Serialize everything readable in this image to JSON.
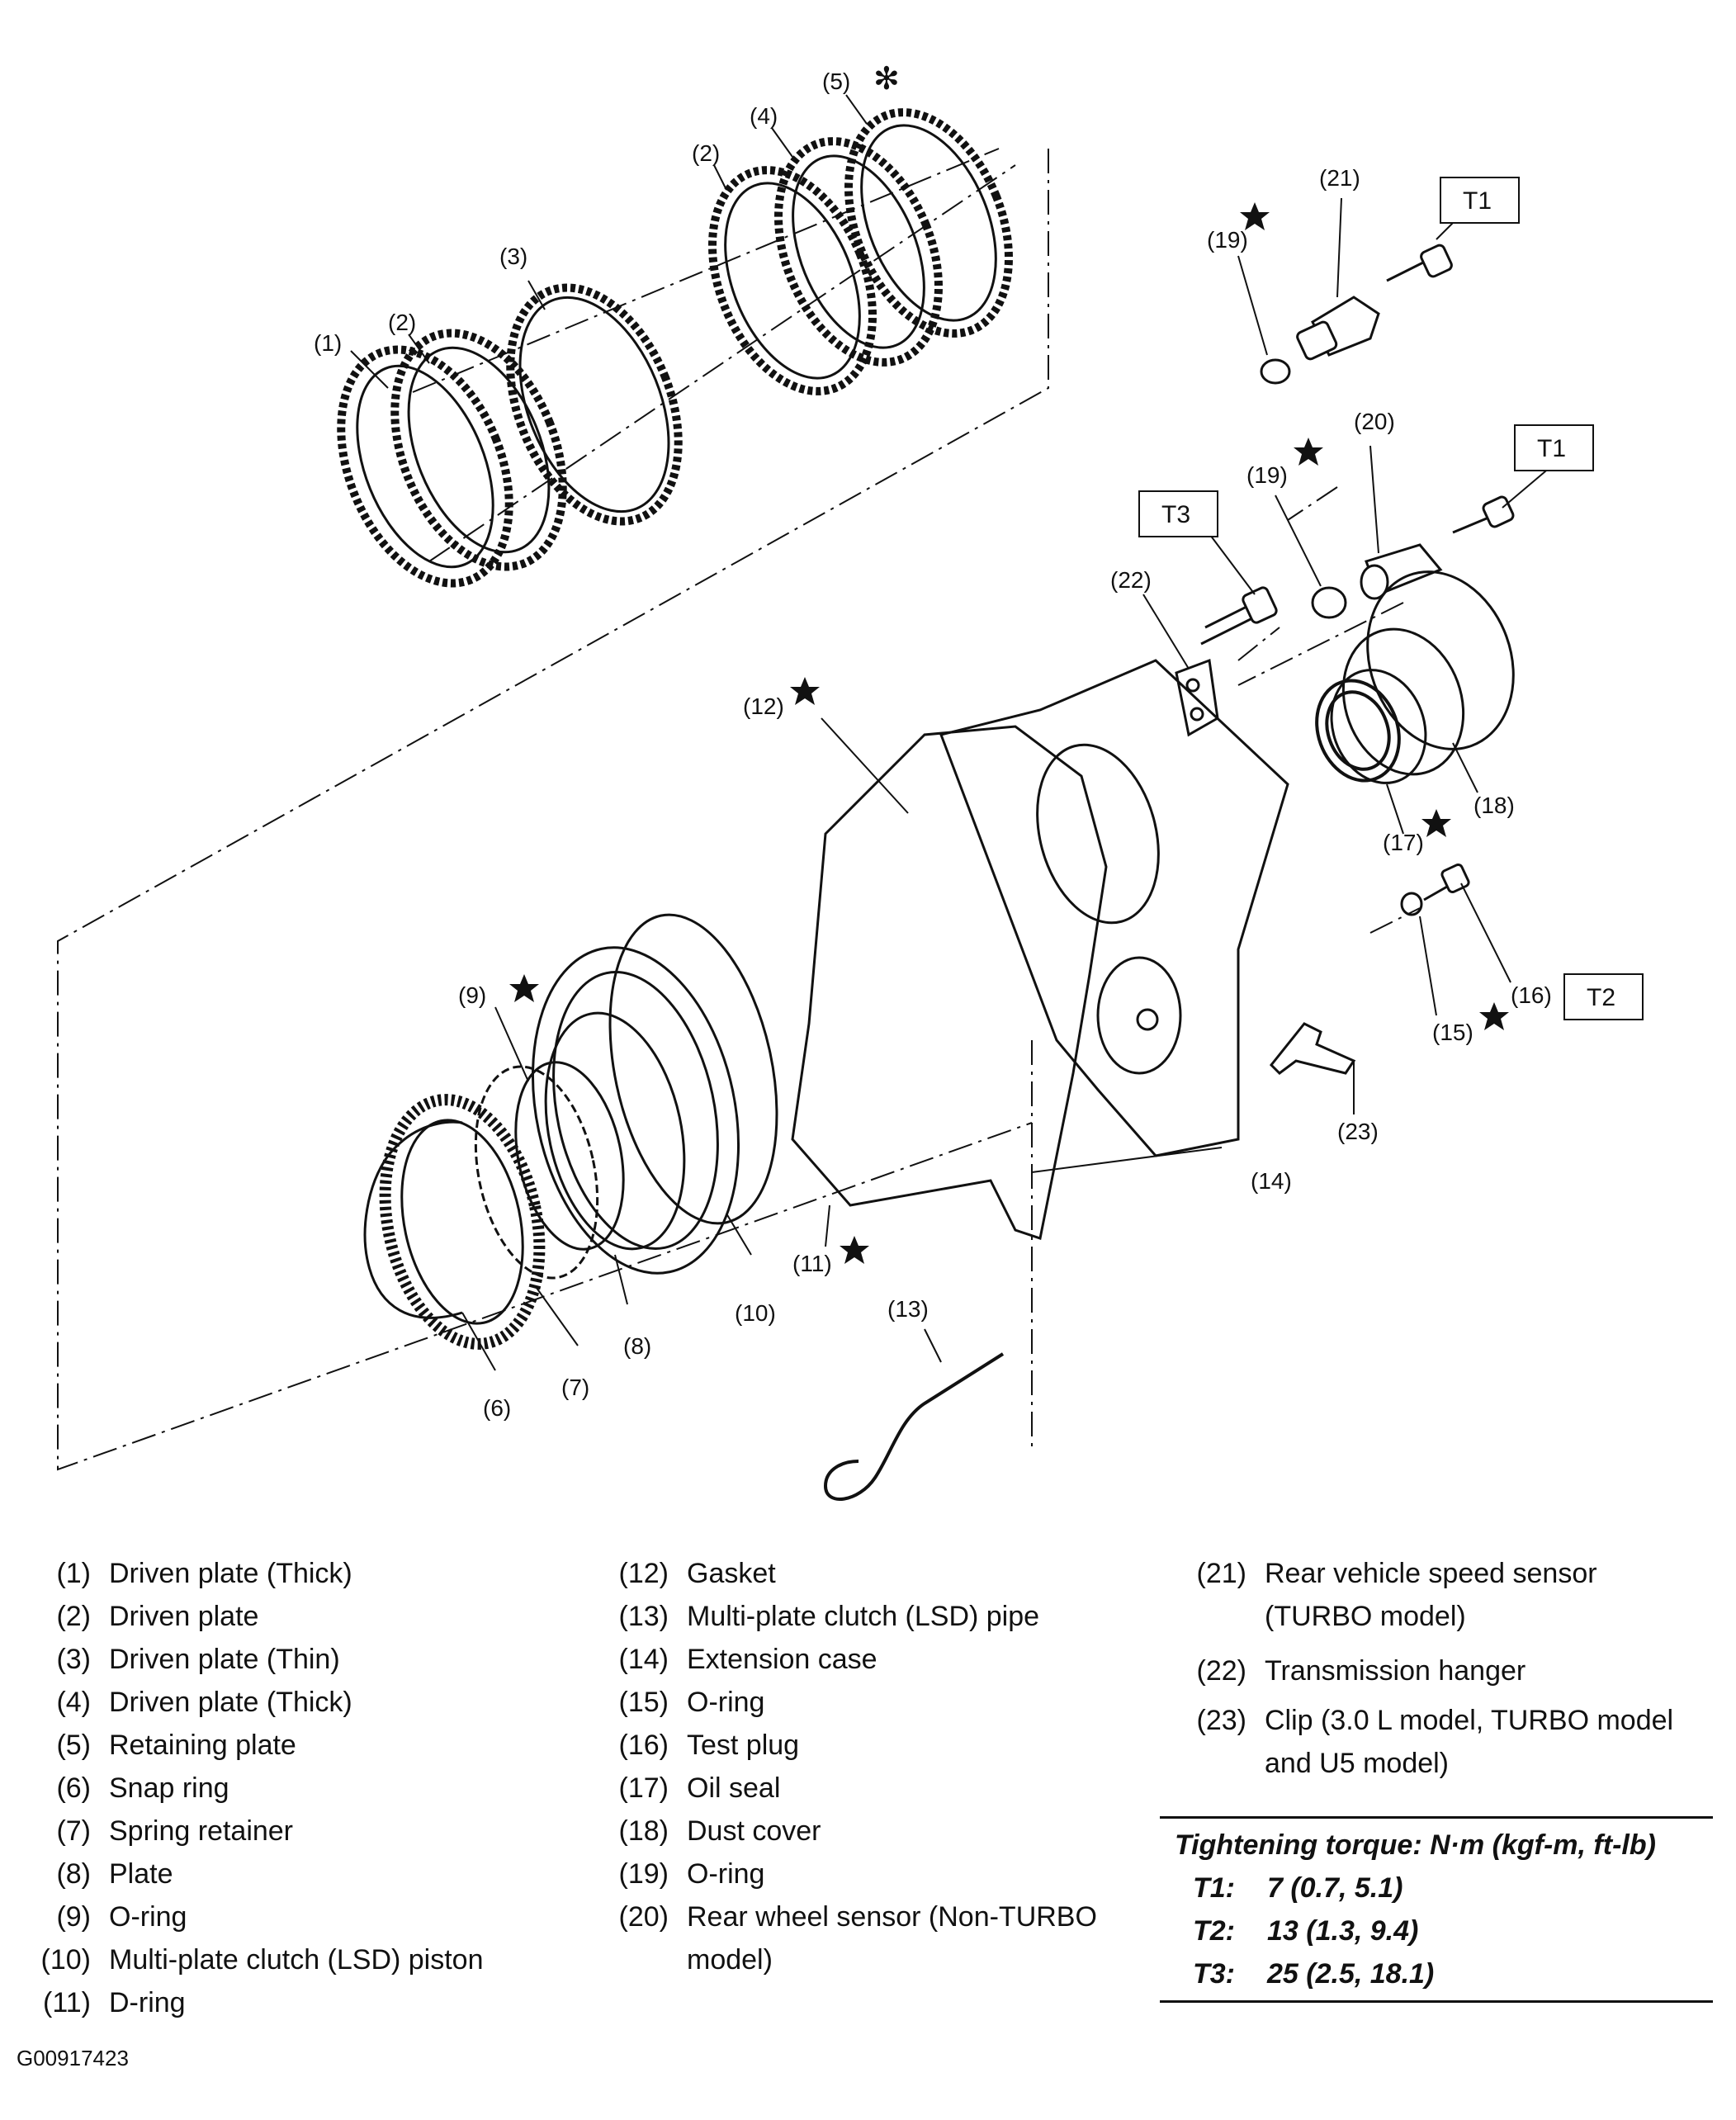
{
  "callouts": {
    "c1": "(1)",
    "c2a": "(2)",
    "c2b": "(2)",
    "c3": "(3)",
    "c4": "(4)",
    "c5": "(5)",
    "c6": "(6)",
    "c7": "(7)",
    "c8": "(8)",
    "c9": "(9)",
    "c10": "(10)",
    "c11": "(11)",
    "c12": "(12)",
    "c13": "(13)",
    "c14": "(14)",
    "c15": "(15)",
    "c16": "(16)",
    "c17": "(17)",
    "c18": "(18)",
    "c19a": "(19)",
    "c19b": "(19)",
    "c20": "(20)",
    "c21": "(21)",
    "c22": "(22)",
    "c23": "(23)"
  },
  "torque_boxes": {
    "t1a": "T1",
    "t1b": "T1",
    "t2": "T2",
    "t3": "T3"
  },
  "legend": [
    {
      "num": "(1)",
      "desc": "Driven plate (Thick)"
    },
    {
      "num": "(2)",
      "desc": "Driven plate"
    },
    {
      "num": "(3)",
      "desc": "Driven plate (Thin)"
    },
    {
      "num": "(4)",
      "desc": "Driven plate (Thick)"
    },
    {
      "num": "(5)",
      "desc": "Retaining plate"
    },
    {
      "num": "(6)",
      "desc": "Snap ring"
    },
    {
      "num": "(7)",
      "desc": "Spring retainer"
    },
    {
      "num": "(8)",
      "desc": "Plate"
    },
    {
      "num": "(9)",
      "desc": "O-ring"
    },
    {
      "num": "(10)",
      "desc": "Multi-plate clutch (LSD) piston"
    },
    {
      "num": "(11)",
      "desc": "D-ring"
    },
    {
      "num": "(12)",
      "desc": "Gasket"
    },
    {
      "num": "(13)",
      "desc": "Multi-plate clutch (LSD) pipe"
    },
    {
      "num": "(14)",
      "desc": "Extension case"
    },
    {
      "num": "(15)",
      "desc": "O-ring"
    },
    {
      "num": "(16)",
      "desc": "Test plug"
    },
    {
      "num": "(17)",
      "desc": "Oil seal"
    },
    {
      "num": "(18)",
      "desc": "Dust cover"
    },
    {
      "num": "(19)",
      "desc": "O-ring"
    },
    {
      "num": "(20)",
      "desc": "Rear wheel sensor (Non-TURBO model)"
    },
    {
      "num": "(21)",
      "desc": "Rear vehicle speed sensor (TURBO model)"
    },
    {
      "num": "(22)",
      "desc": "Transmission hanger"
    },
    {
      "num": "(23)",
      "desc": "Clip (3.0 L model, TURBO model and U5 model)"
    }
  ],
  "torque": {
    "heading": "Tightening torque: N·m (kgf-m, ft-lb)",
    "rows": [
      {
        "key": "T1:",
        "value": "7 (0.7, 5.1)"
      },
      {
        "key": "T2:",
        "value": "13 (1.3, 9.4)"
      },
      {
        "key": "T3:",
        "value": "25 (2.5, 18.1)"
      }
    ]
  },
  "figure_code": "G00917423"
}
